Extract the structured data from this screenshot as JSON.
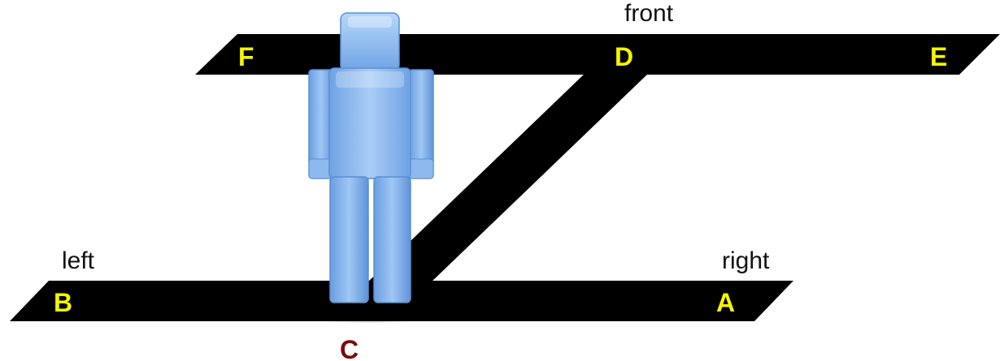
{
  "colors": {
    "background": "#ffffff",
    "track": "#000000",
    "node_label": "#f5f500",
    "start_label": "#7a0a0a",
    "text": "#111111",
    "figure_light": "#a6cdf6",
    "figure_mid": "#7fb0ec",
    "figure_dark": "#5a8fd6"
  },
  "labels": {
    "front": "front",
    "left": "left",
    "right": "right"
  },
  "nodes": {
    "A": "A",
    "B": "B",
    "C": "C",
    "D": "D",
    "E": "E",
    "F": "F"
  },
  "figure": {
    "icon": "person-icon"
  }
}
